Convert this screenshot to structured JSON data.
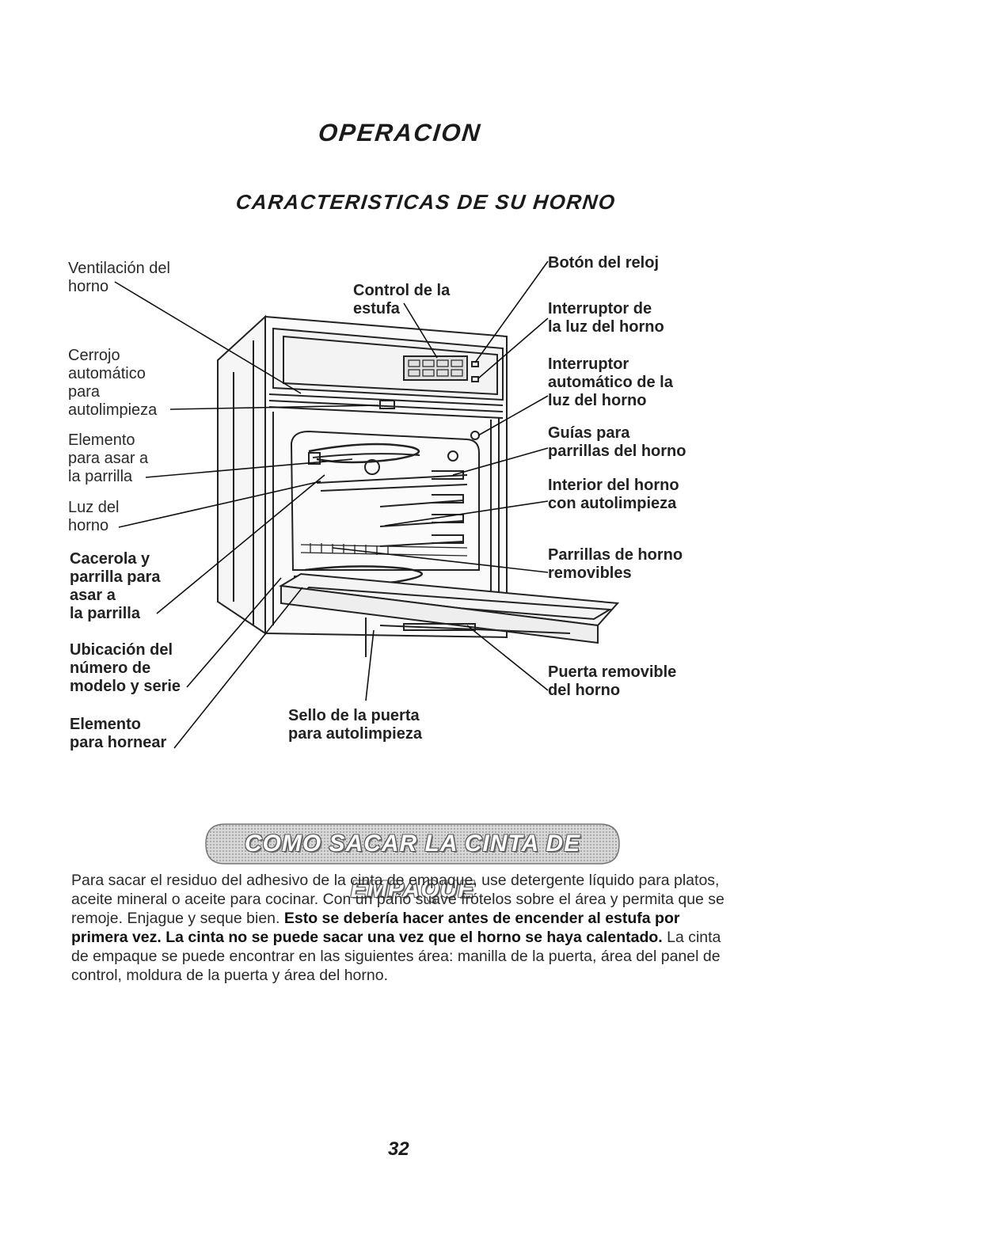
{
  "header": {
    "title": "OPERACION",
    "subtitle": "CARACTERISTICAS DE SU HORNO"
  },
  "labels": {
    "ventilacion": "Ventilación del\nhorno",
    "control": "Control de la\nestufa",
    "boton_reloj": "Botón del reloj",
    "interruptor_luz": "Interruptor de\nla luz del horno",
    "interruptor_auto": "Interruptor\nautomático de la\nluz del horno",
    "guias": "Guías para\nparrillas del horno",
    "interior": "Interior del horno\ncon autolimpieza",
    "parrillas": "Parrillas de horno\nremovibles",
    "cerrojo": "Cerrojo\nautomático\npara\nautolimpieza",
    "elemento_asar": "Elemento\npara asar a\nla parrilla",
    "luz_horno": "Luz del\nhorno",
    "cacerola": "Cacerola y\nparrilla para\nasar a\nla parrilla",
    "ubicacion": "Ubicación del\nnúmero de\nmodelo y serie",
    "elemento_hornear": "Elemento\npara hornear",
    "sello": "Sello de la puerta\npara autolimpieza",
    "puerta": "Puerta removible\ndel horno"
  },
  "section": {
    "banner": "COMO SACAR LA CINTA DE EMPAQUE",
    "para_1": "Para sacar el residuo del adhesivo de la cinta de empaque, use detergente líquido para platos, aceite mineral o aceite para cocinar. Con un paño suave frótelos sobre el área y permita que se remoje. Enjague y seque bien. ",
    "para_bold": "Esto se debería hacer antes de encender al estufa por primera vez. La cinta no se puede sacar una vez que el horno se haya calentado.",
    "para_2": " La cinta de empaque se puede encontrar en las siguientes área: manilla de la puerta, área del panel de control, moldura de la puerta y área del horno."
  },
  "footer": {
    "page_number": "32"
  }
}
